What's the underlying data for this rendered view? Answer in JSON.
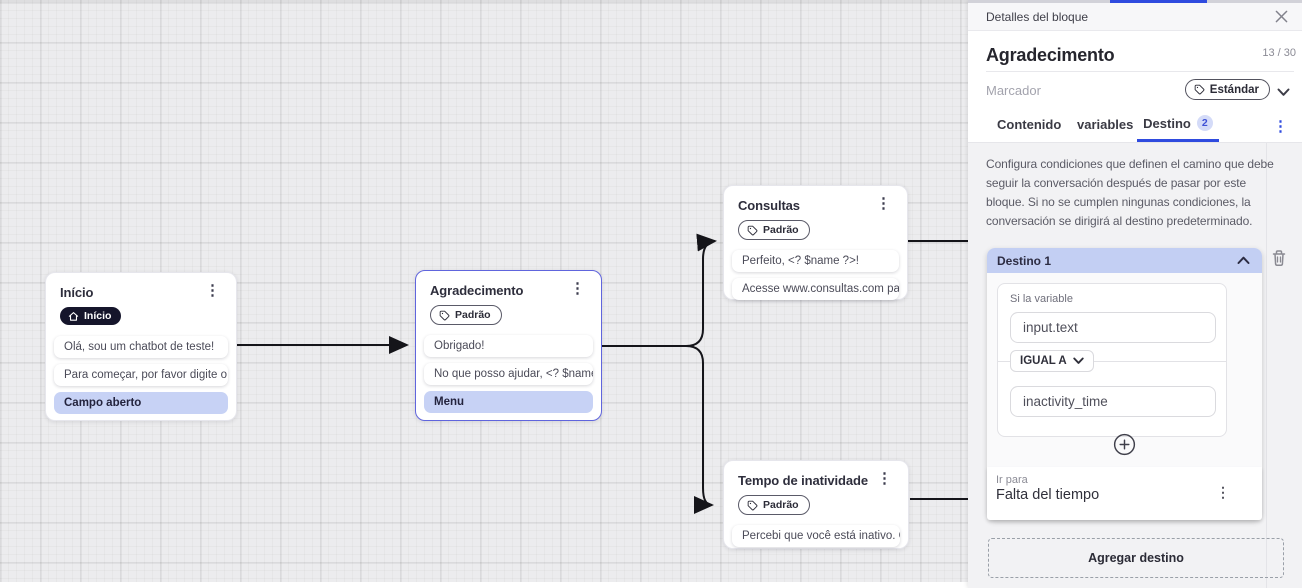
{
  "colors": {
    "accent_blue": "#2f4bdf",
    "selected_node_border": "#6065dd",
    "highlight_chip": "#c7d2f5",
    "destino_header": "#c3cff3",
    "dark_pill": "#15152b",
    "canvas_bg": "#ececee",
    "edge": "#15151a"
  },
  "canvas": {
    "nodes": [
      {
        "title": "Início",
        "badge": "Início",
        "badge_icon": "home-icon",
        "chips": [
          "Olá, sou um chatbot de teste!",
          "Para começar, por favor digite o ...",
          "Campo aberto"
        ]
      },
      {
        "title": "Agradecimento",
        "badge": "Padrão",
        "badge_icon": "tag-icon",
        "chips": [
          "Obrigado!",
          "No que posso ajudar, <? $name ...",
          "Menu"
        ]
      },
      {
        "title": "Consultas",
        "badge": "Padrão",
        "badge_icon": "tag-icon",
        "chips": [
          "Perfeito, <? $name ?>!",
          "Acesse www.consultas.com par..."
        ]
      },
      {
        "title": "Tempo de inatividade",
        "badge": "Padrão",
        "badge_icon": "tag-icon",
        "chips": [
          "Percebi que você está inativo. C..."
        ]
      }
    ],
    "kebab_glyph": "⋮"
  },
  "panel": {
    "header": "Detalles del bloque",
    "title": "Agradecimento",
    "counter": "13 / 30",
    "marker_label": "Marcador",
    "marker_value": "Estándar",
    "tabs": [
      {
        "label": "Contenido"
      },
      {
        "label": "variables"
      },
      {
        "label": "Destino",
        "badge": "2",
        "active": true
      }
    ],
    "description": "Configura condiciones que definen el camino que debe\nseguir la conversación después de pasar por este\nbloque. Si no se cumplen ningunas condiciones, la\nconversación se dirigirá al destino predeterminado.",
    "destination": {
      "title": "Destino 1",
      "condition_label": "Si la variable",
      "variable_value": "input.text",
      "operator": "IGUAL A",
      "compare_value": "inactivity_time",
      "goto_label": "Ir para",
      "goto_value": "Falta del tiempo"
    },
    "add_button": "Agregar destino",
    "kebab_glyph": "⋮"
  }
}
